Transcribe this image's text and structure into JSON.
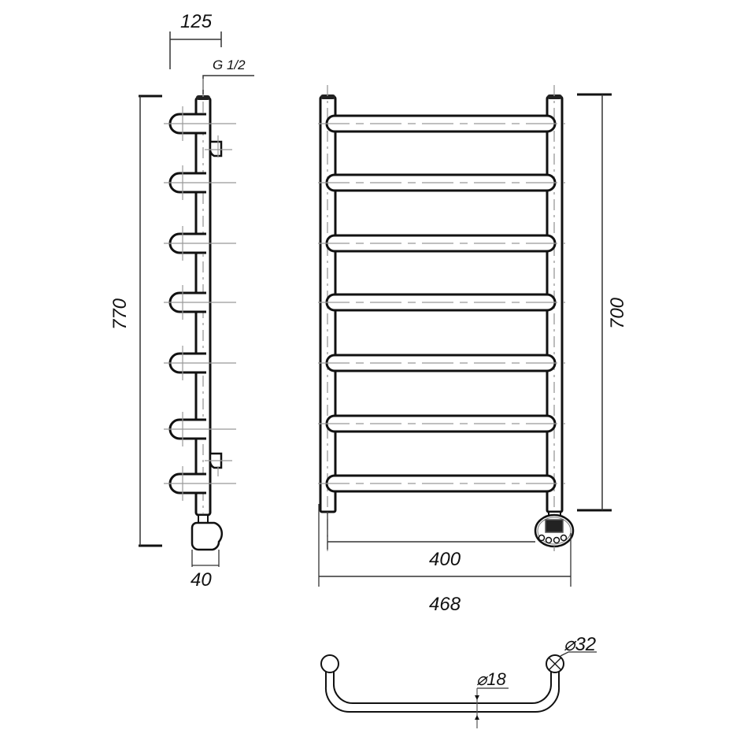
{
  "drawing": {
    "subject": "Heated towel rail technical drawing",
    "colors": {
      "line": "#111111",
      "centerline": "#999999",
      "background": "#ffffff"
    }
  },
  "side_view": {
    "depth_label": "125",
    "connection_label": "G 1/2",
    "height_label": "770",
    "heater_width_label": "40",
    "crossbar_count": 7
  },
  "front_view": {
    "height_label": "700",
    "center_distance_label": "400",
    "overall_width_label": "468",
    "crossbar_count": 7,
    "heater_unit": "electric-heater-with-control-panel"
  },
  "top_view": {
    "post_diameter_label": "⌀32",
    "bar_diameter_label": "⌀18"
  }
}
